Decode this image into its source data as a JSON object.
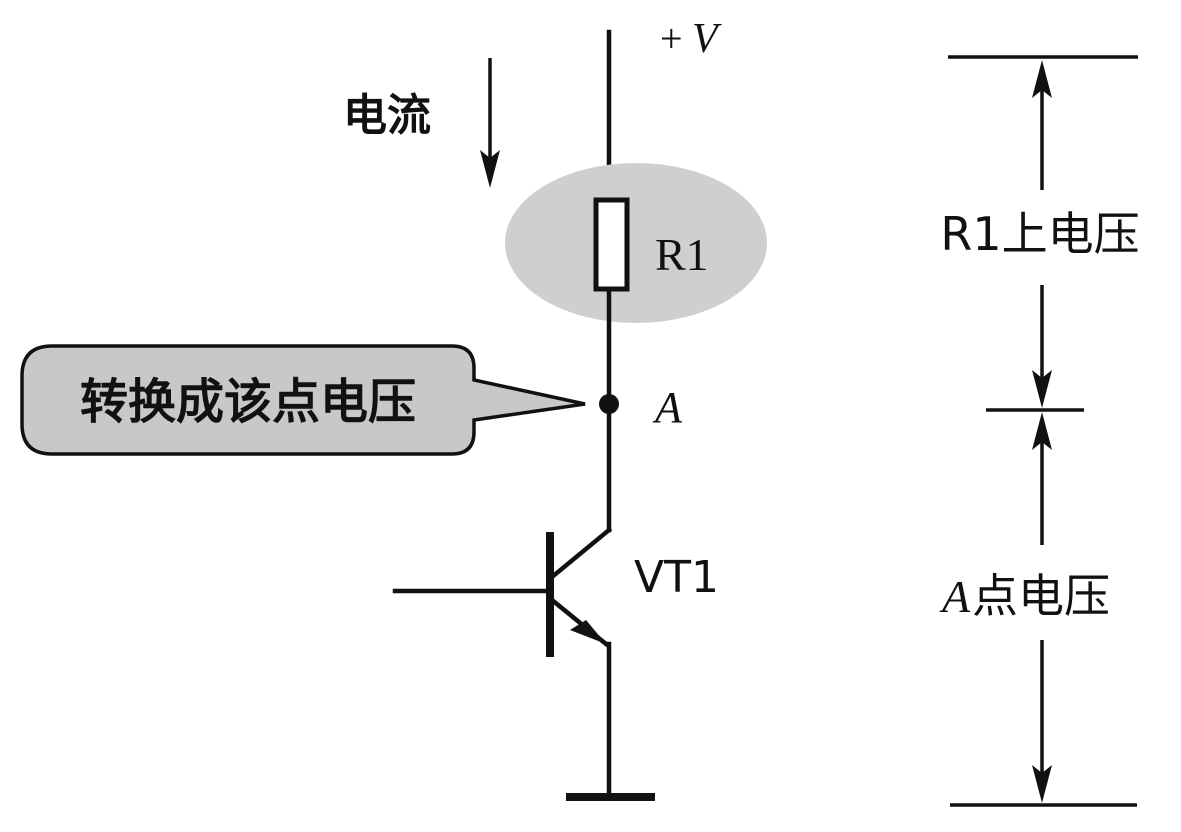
{
  "supply": {
    "sign": "+",
    "symbol": "V"
  },
  "current_label": "电流",
  "resistor": {
    "label": "R1"
  },
  "callout": {
    "text": "转换成该点电压"
  },
  "node": {
    "label": "A"
  },
  "transistor": {
    "label": "VT1"
  },
  "dimension": {
    "upper_label": "R1上电压",
    "lower_prefix": "A",
    "lower_suffix": "点电压"
  },
  "colors": {
    "line": "#111111",
    "highlight_fill": "#cfcfcf",
    "callout_fill": "#c8c8c8",
    "background": "#ffffff"
  }
}
